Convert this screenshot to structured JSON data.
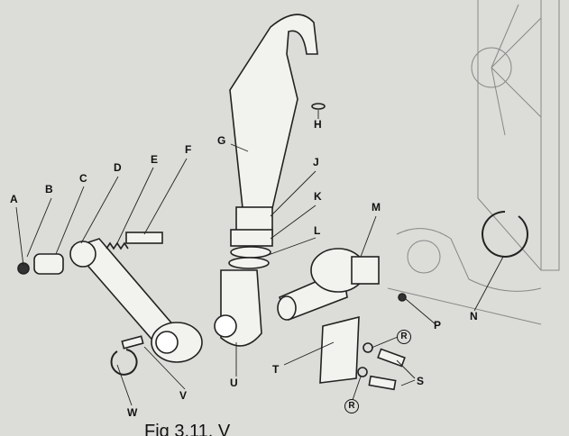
{
  "figure": {
    "caption": "Fig 3.11. V",
    "labels": {
      "A": "A",
      "B": "B",
      "C": "C",
      "D": "D",
      "E": "E",
      "F": "F",
      "G": "G",
      "H": "H",
      "J": "J",
      "K": "K",
      "L": "L",
      "M": "M",
      "N": "N",
      "P": "P",
      "R1": "R",
      "R2": "R",
      "S": "S",
      "T": "T",
      "U": "U",
      "V": "V",
      "W": "W"
    }
  }
}
